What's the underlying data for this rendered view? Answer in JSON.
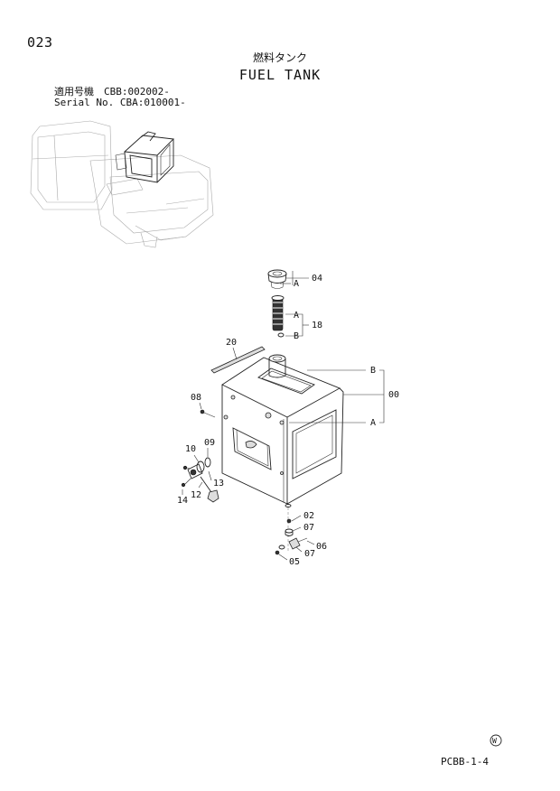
{
  "header": {
    "page_number": "023",
    "title_jp": "燃料タンク",
    "title_en": "FUEL TANK",
    "serial_jp": "適用号機　CBB:002002-",
    "serial_en": "Serial No. CBA:010001-"
  },
  "callouts": {
    "c04": "04",
    "c18": "18",
    "c20": "20",
    "c00": "00",
    "c08": "08",
    "c10": "10",
    "c09": "09",
    "c13": "13",
    "c12": "12",
    "c14": "14",
    "c02": "02",
    "c07a": "07",
    "c06": "06",
    "c07b": "07",
    "c05": "05",
    "refA1": "A",
    "refA2": "A",
    "refB1": "B",
    "refB2": "B",
    "refA3": "A"
  },
  "footer": {
    "code": "PCBB-1-4",
    "mark": "W"
  }
}
